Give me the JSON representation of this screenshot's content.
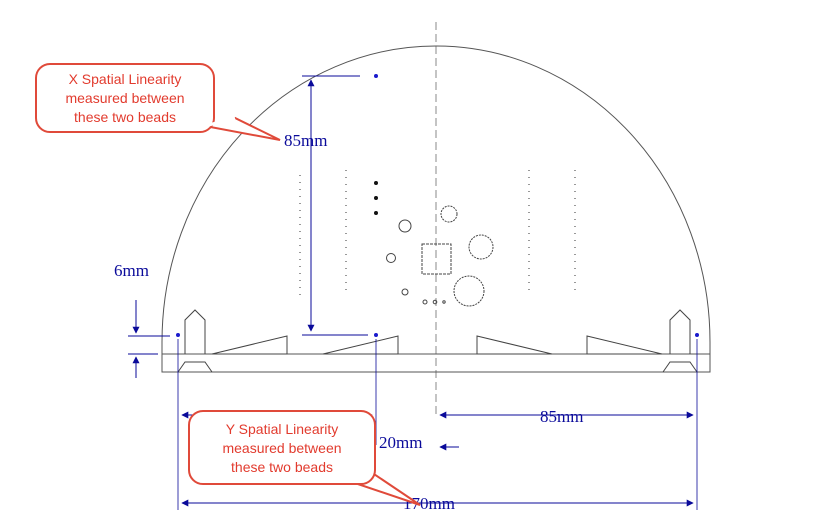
{
  "dimensions": {
    "x_distance": "85mm",
    "bead_offset": "6mm",
    "right_span": "85mm",
    "y_offset": "20mm",
    "total_width": "170mm"
  },
  "callouts": {
    "x_linearity": [
      "X Spatial Linearity",
      "measured  between",
      "these two beads"
    ],
    "y_linearity": [
      "Y Spatial Linearity",
      "measured  between",
      "these two beads"
    ]
  },
  "colors": {
    "outline": "#555555",
    "dimension": "#0a0a9a",
    "callout_border": "#e04a3a",
    "callout_text": "#e23b2e"
  }
}
